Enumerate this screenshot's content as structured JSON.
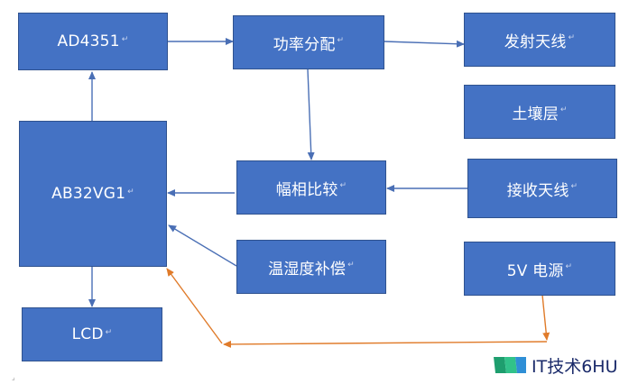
{
  "diagram": {
    "nodes": {
      "ad4351": {
        "label": "AD4351"
      },
      "power_divider": {
        "label": "功率分配"
      },
      "tx_antenna": {
        "label": "发射天线"
      },
      "soil_layer": {
        "label": "土壤层"
      },
      "mcu": {
        "label": "AB32VG1"
      },
      "phase_compare": {
        "label": "幅相比较"
      },
      "rx_antenna": {
        "label": "接收天线"
      },
      "temp_humidity": {
        "label": "温湿度补偿"
      },
      "power_5v": {
        "label": "5V 电源"
      },
      "lcd": {
        "label": "LCD"
      }
    },
    "edges": [
      {
        "from": "AD4351",
        "to": "功率分配",
        "color": "#4a6fb5"
      },
      {
        "from": "功率分配",
        "to": "发射天线",
        "color": "#4a6fb5"
      },
      {
        "from": "功率分配",
        "to": "幅相比较",
        "color": "#4a6fb5"
      },
      {
        "from": "AB32VG1",
        "to": "AD4351",
        "color": "#4a6fb5"
      },
      {
        "from": "幅相比较",
        "to": "AB32VG1",
        "color": "#4a6fb5"
      },
      {
        "from": "接收天线",
        "to": "幅相比较",
        "color": "#4a6fb5"
      },
      {
        "from": "温湿度补偿",
        "to": "AB32VG1",
        "color": "#4a6fb5"
      },
      {
        "from": "AB32VG1",
        "to": "LCD",
        "color": "#4a6fb5"
      },
      {
        "from": "5V 电源",
        "to": "AB32VG1",
        "color": "#e07b2a"
      }
    ],
    "colors": {
      "box_fill": "#4472c4",
      "box_border": "#2f528f",
      "arrow_blue": "#4a6fb5",
      "arrow_orange": "#e07b2a"
    }
  },
  "watermark": {
    "text": "IT技术6HU",
    "icon": "watermark-logo-icon"
  }
}
